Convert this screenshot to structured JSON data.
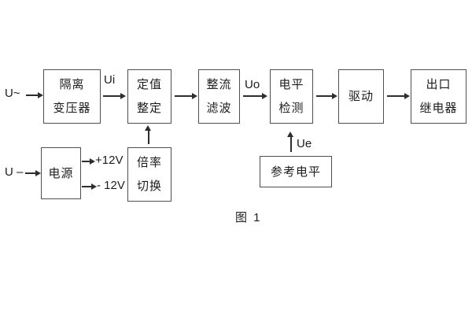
{
  "caption": "图 1",
  "signals": {
    "ac_input": "U~",
    "dc_input": "U –",
    "ui": "Ui",
    "uo": "Uo",
    "ue": "Ue",
    "plus_12v": "+12V",
    "minus_12v": "- 12V"
  },
  "blocks": {
    "isolation_transformer": {
      "lines": [
        "隔离",
        "变压器"
      ]
    },
    "setting_adjust": {
      "lines": [
        "定值",
        "整定"
      ]
    },
    "rectifier_filter": {
      "lines": [
        "整流",
        "滤波"
      ]
    },
    "level_detect": {
      "lines": [
        "电平",
        "检测"
      ]
    },
    "driver": {
      "lines": [
        "驱动"
      ]
    },
    "output_relay": {
      "lines": [
        "出口",
        "继电器"
      ]
    },
    "power_supply": {
      "lines": [
        "电源"
      ]
    },
    "ratio_switch": {
      "lines": [
        "倍率",
        "切换"
      ]
    },
    "reference_level": {
      "lines": [
        "参考电平"
      ]
    }
  },
  "colors": {
    "background": "#ffffff",
    "box_border": "#4f4f4f",
    "line": "#2e2e2e",
    "text": "#1c1c1c"
  }
}
